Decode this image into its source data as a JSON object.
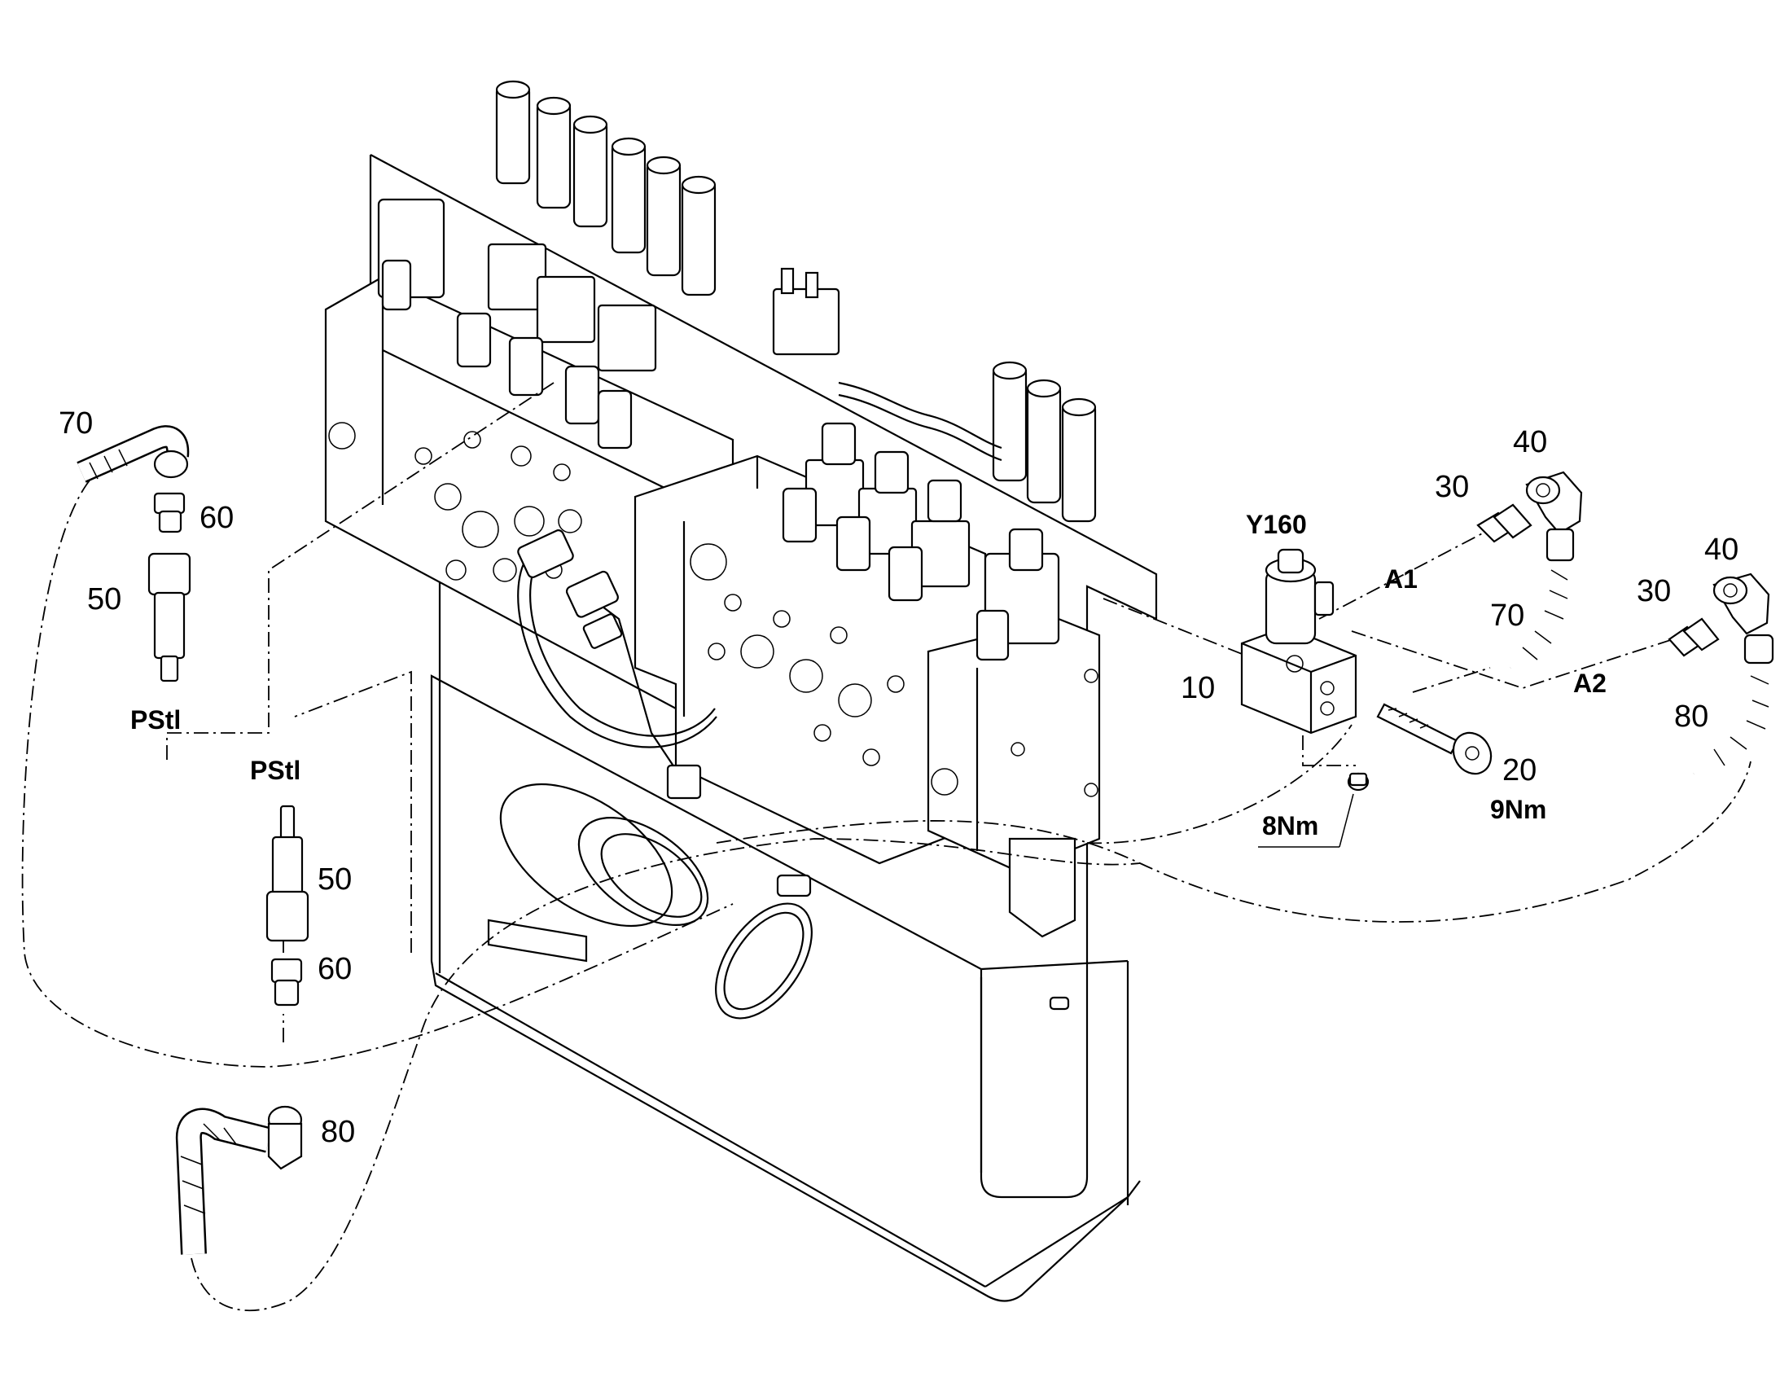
{
  "callouts": {
    "c70_left": "70",
    "c60_left": "60",
    "c50_left": "50",
    "pstl_left": "PStl",
    "pstl_mid": "PStl",
    "c50_mid": "50",
    "c60_mid": "60",
    "c80_mid": "80",
    "y160": "Y160",
    "c10": "10",
    "c30_a": "30",
    "c40_a": "40",
    "a1": "A1",
    "c70_right": "70",
    "c30_b": "30",
    "c40_b": "40",
    "a2": "A2",
    "c80_right": "80",
    "c20": "20",
    "torque_9": "9Nm",
    "torque_8": "8Nm"
  },
  "colors": {
    "line": "#000000",
    "background": "#ffffff"
  }
}
